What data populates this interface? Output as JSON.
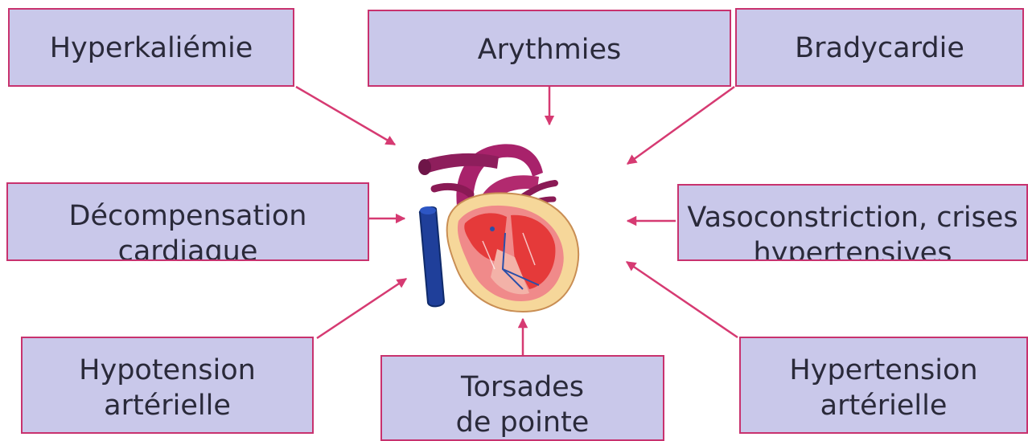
{
  "colors": {
    "box_fill": "#c9c8ea",
    "box_border": "#c8326e",
    "arrow": "#d63a72",
    "text": "#2a2a3a"
  },
  "center": {
    "icon": "heart-icon"
  },
  "boxes": {
    "hyperkaliemie": {
      "lines": [
        "Hyperkaliémie"
      ]
    },
    "arythmies": {
      "lines": [
        "Arythmies"
      ]
    },
    "bradycardie": {
      "lines": [
        "Bradycardie"
      ]
    },
    "decompensation": {
      "lines": [
        "Décompensation",
        "cardiaque"
      ]
    },
    "vasoconstriction": {
      "lines": [
        "Vasoconstriction, crises",
        "hypertensives"
      ]
    },
    "hypotension": {
      "lines": [
        "Hypotension",
        "artérielle"
      ]
    },
    "torsades": {
      "lines": [
        "Torsades",
        "de pointe"
      ]
    },
    "hypertension": {
      "lines": [
        "Hypertension",
        "artérielle"
      ]
    }
  }
}
